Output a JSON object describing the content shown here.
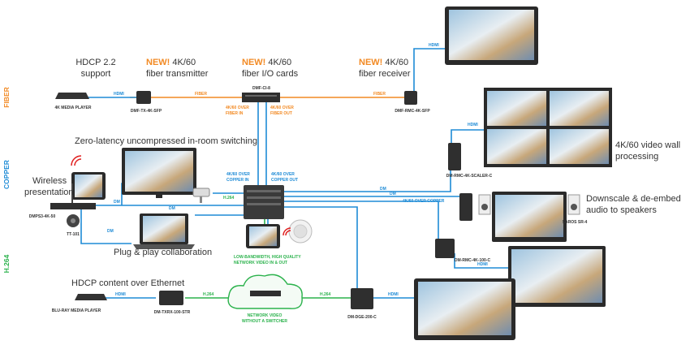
{
  "colors": {
    "fiber": "#f28a24",
    "copper": "#1e8bd6",
    "h264": "#2bb24c",
    "new": "#f28a24",
    "device": "#2f2f2f",
    "text": "#333333"
  },
  "rows": {
    "fiber": "FIBER",
    "copper": "COPPER",
    "h264": "H.264"
  },
  "headlines": {
    "hdcp22": [
      "HDCP 2.2",
      "support"
    ],
    "tx": {
      "new": "NEW!",
      "rest": " 4K/60",
      "line2": "fiber transmitter"
    },
    "io": {
      "new": "NEW!",
      "rest": " 4K/60",
      "line2": "fiber I/O cards"
    },
    "rx": {
      "new": "NEW!",
      "rest": " 4K/60",
      "line2": "fiber receiver"
    },
    "zero_latency": "Zero-latency uncompressed in-room switching",
    "wireless": [
      "Wireless",
      "presentation"
    ],
    "videowall": [
      "4K/60 video wall",
      "processing"
    ],
    "downscale": [
      "Downscale & de-embed",
      "audio to speakers"
    ],
    "plug_play": "Plug & play collaboration",
    "hdcp_ethernet": "HDCP content over Ethernet"
  },
  "devices": {
    "media_player_4k": "4K MEDIA PLAYER",
    "tx_fiber": "DMF-TX-4K-SFP",
    "ci8": "DMF-CI-8",
    "rx_fiber": "DMF-RMC-4K-SFP",
    "scaler": "DM-RMC-4K-SCALER-C",
    "saros": "SAROS SR-4",
    "rmc100": "DM-RMC-4K-100-C",
    "dmps": "DMPS3-4K-50",
    "tt101": "TT-101",
    "bluray": "BLU-RAY MEDIA PLAYER",
    "txrx": "DM-TXRX-100-STR",
    "dge": "DM-DGE-200-C"
  },
  "signals": {
    "hdmi": "HDMI",
    "fiber": "FIBER",
    "dm": "DM",
    "h264": "H.264",
    "fiber_in": [
      "4K/60 OVER",
      "FIBER IN"
    ],
    "fiber_out": [
      "4K/60 OVER",
      "FIBER OUT"
    ],
    "copper_in": [
      "4K/60 OVER",
      "COPPER IN"
    ],
    "copper_out": [
      "4K/60 OVER",
      "COPPER OUT"
    ],
    "over_copper": "4K/60 OVER COPPER",
    "low_bw": [
      "LOW-BANDWIDTH, HIGH QUALITY",
      "NETWORK VIDEO IN & OUT"
    ],
    "network_video": [
      "NETWORK VIDEO",
      "WITHOUT A SWITCHER"
    ]
  }
}
